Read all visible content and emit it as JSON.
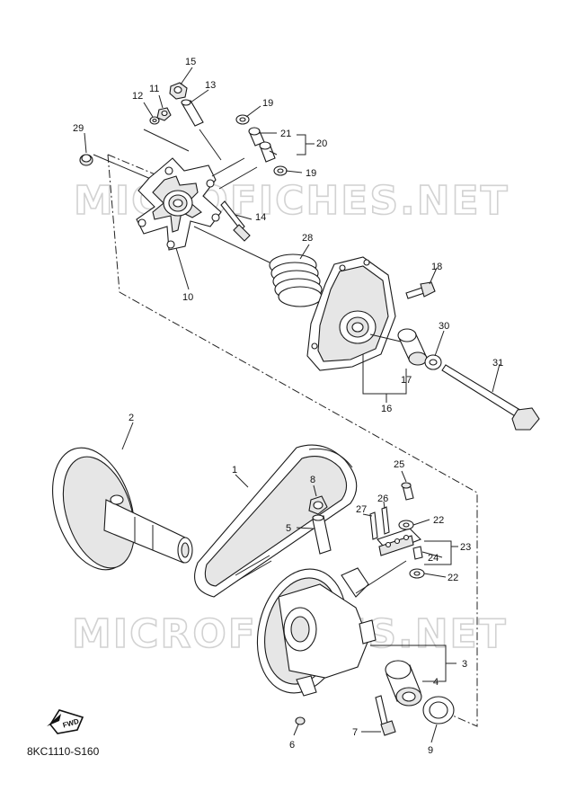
{
  "watermark": {
    "text": "MICROFICHES.NET"
  },
  "diagram_code": "8KC1110-S160",
  "fwd_badge": "FWD",
  "callouts": [
    "1",
    "2",
    "3",
    "4",
    "5",
    "6",
    "7",
    "8",
    "9",
    "10",
    "11",
    "12",
    "13",
    "14",
    "15",
    "16",
    "17",
    "18",
    "19",
    "20",
    "21",
    "22",
    "23",
    "24",
    "25",
    "26",
    "27",
    "28",
    "29",
    "30",
    "31"
  ]
}
